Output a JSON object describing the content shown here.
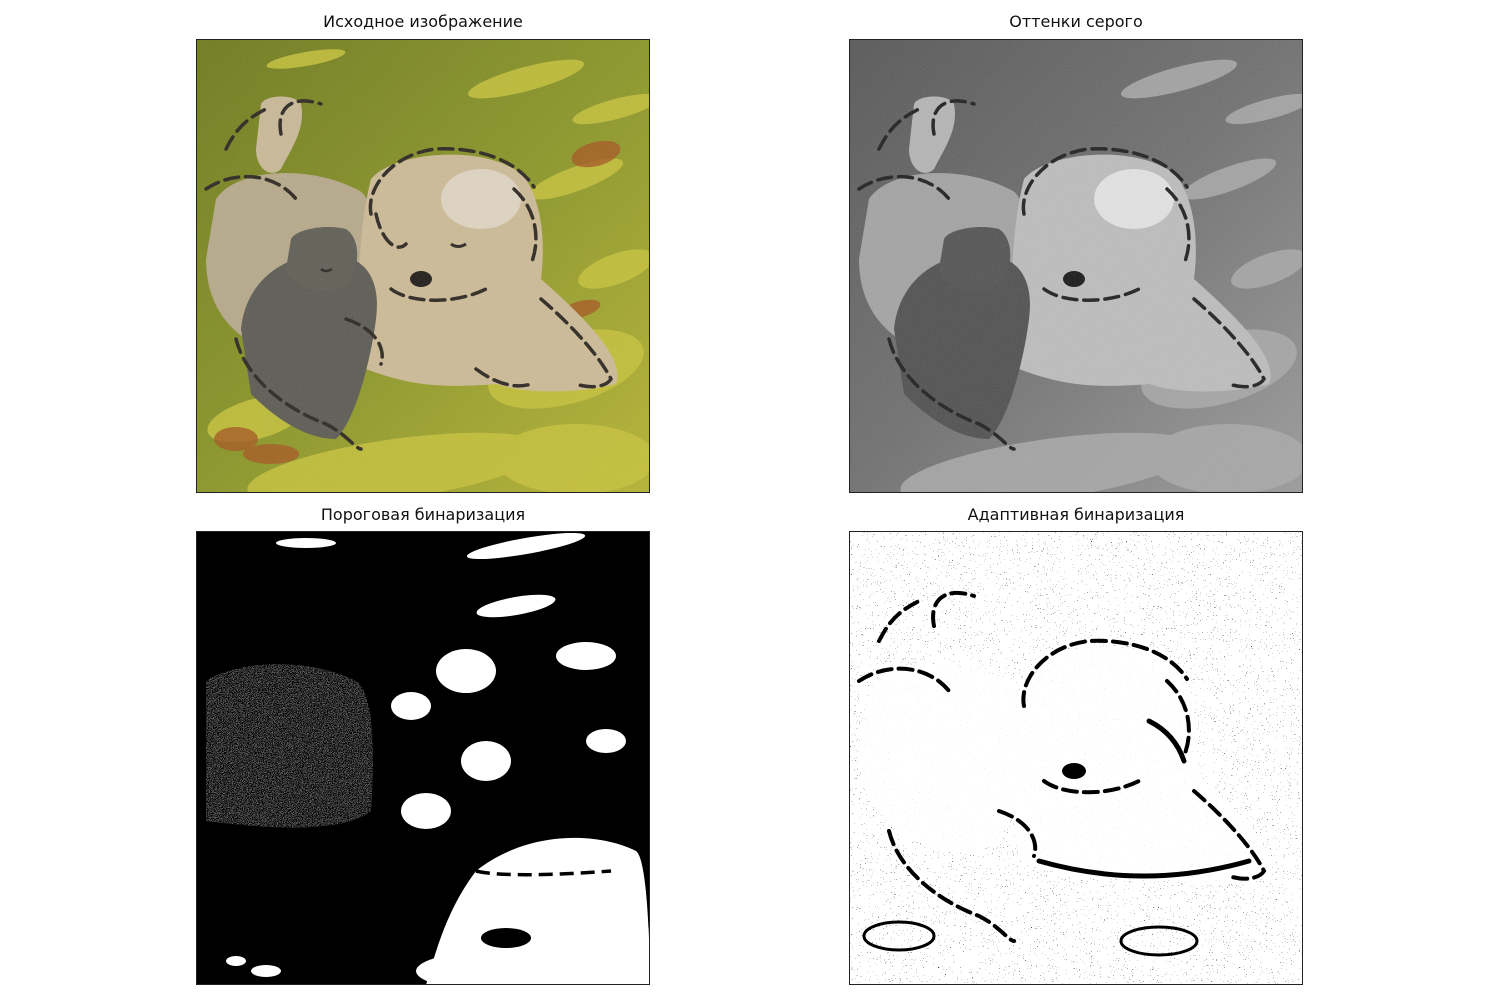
{
  "figure": {
    "panels": [
      {
        "title": "Исходное изображение",
        "mode": "original"
      },
      {
        "title": "Оттенки серого",
        "mode": "grayscale"
      },
      {
        "title": "Пороговая бинаризация",
        "mode": "threshold"
      },
      {
        "title": "Адаптивная бинаризация",
        "mode": "adaptive"
      }
    ]
  },
  "colors": {
    "grass_dark": "#7c8a1e",
    "grass_light": "#c9c43a",
    "dog_fur": "#cdbb96",
    "cat_fur": "#5b5a52",
    "outline": "#2c2620",
    "leaf": "#a5571e"
  }
}
